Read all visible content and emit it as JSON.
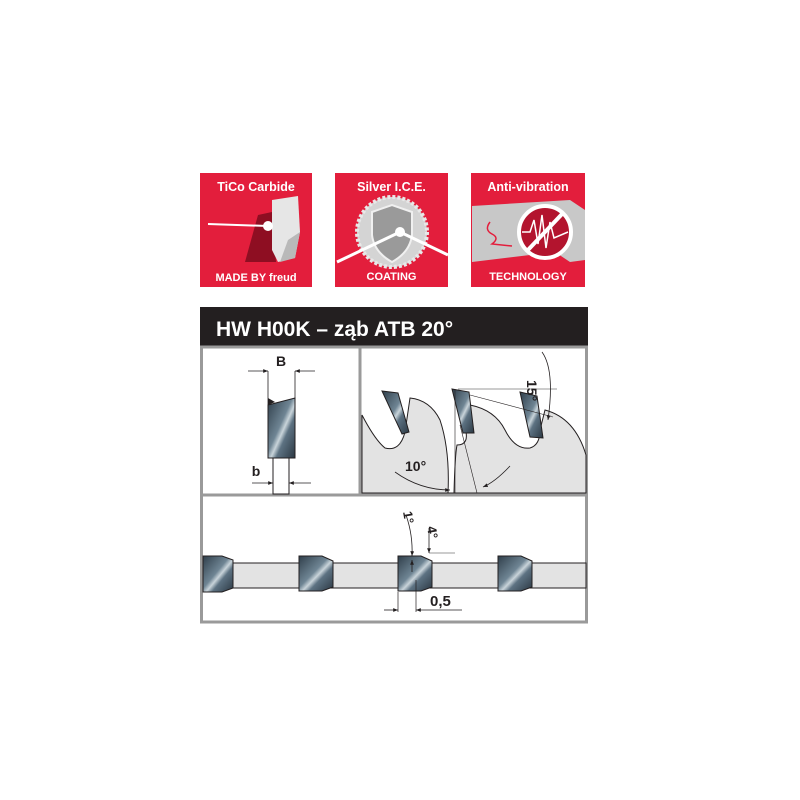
{
  "badges": [
    {
      "top": "TiCo Carbide",
      "bottom": "MADE BY freud",
      "icon": "carbide-tooth-icon"
    },
    {
      "top": "Silver I.C.E.",
      "bottom": "COATING",
      "icon": "shield-saw-icon"
    },
    {
      "top": "Anti-vibration",
      "bottom": "TECHNOLOGY",
      "icon": "no-vibration-icon"
    }
  ],
  "title": "HW H00K – ząb ATB 20°",
  "dimensions": {
    "kerf_label": "B",
    "body_label": "b",
    "clearance_angle": "15°",
    "hook_angle": "10°",
    "radial_angle": "1°",
    "bevel_angle": "4°",
    "offset": "0,5"
  },
  "colors": {
    "badge_red": "#e31e3c",
    "title_bg": "#231f20",
    "panel_border": "#9a9a9a",
    "blade_fill": "#e3e3e3"
  }
}
